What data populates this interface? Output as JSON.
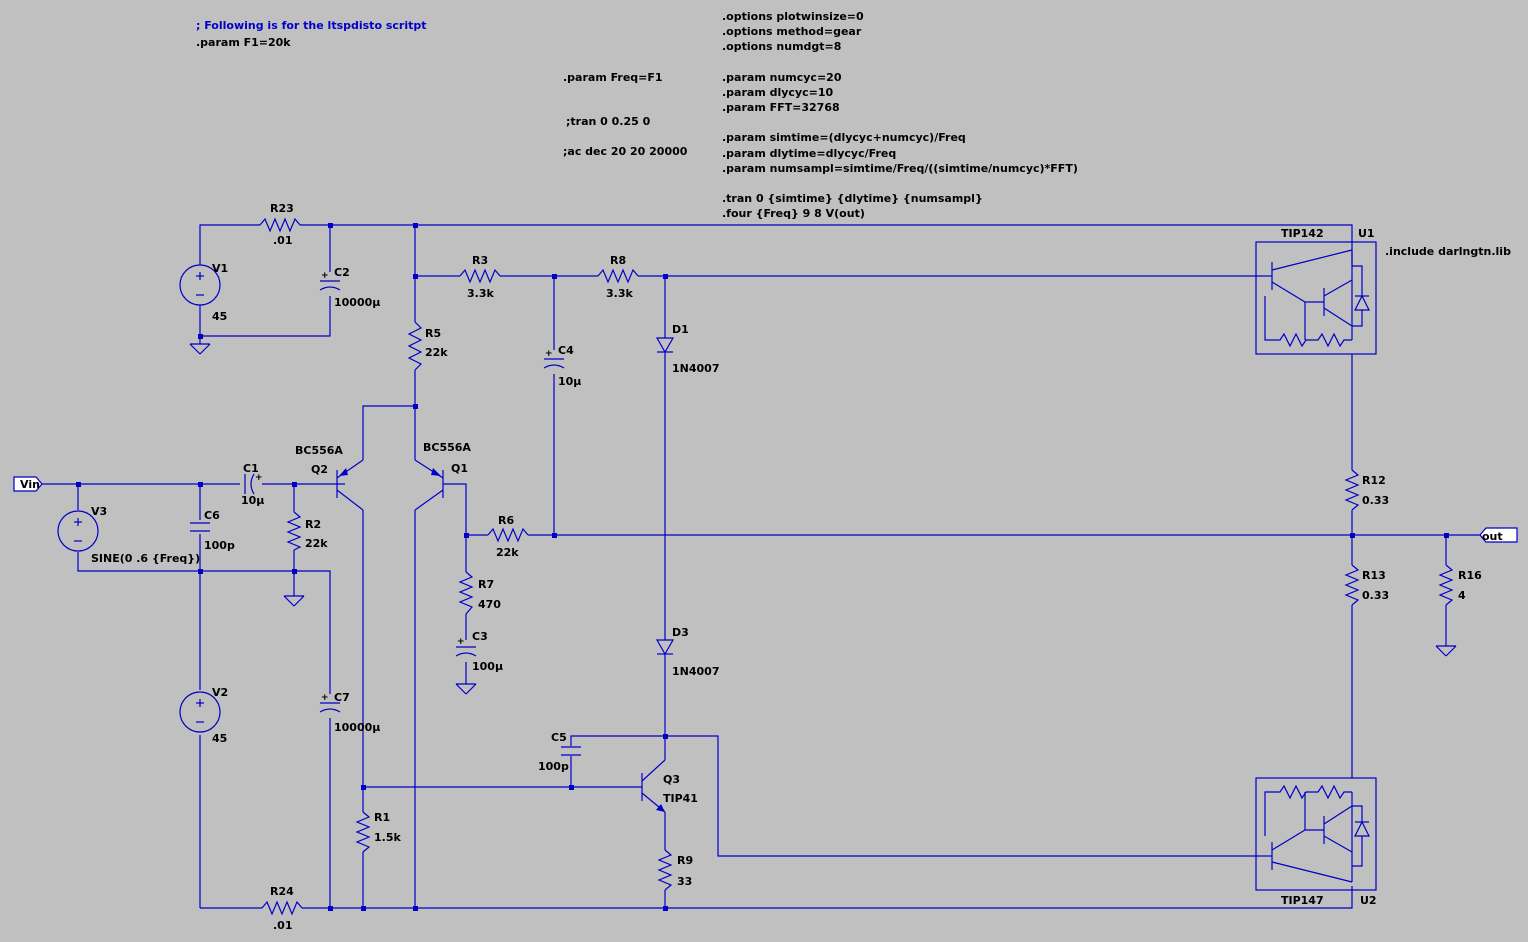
{
  "directives": {
    "comment": "; Following is for the ltspdisto scritpt",
    "param_f1": ".param F1=20k",
    "param_freq": ".param Freq=F1",
    "tran_comment": ";tran 0 0.25 0",
    "ac_comment": ";ac dec 20 20 20000",
    "opt1": ".options plotwinsize=0",
    "opt2": ".options method=gear",
    "opt3": ".options numdgt=8",
    "p_numcyc": ".param numcyc=20",
    "p_dlycyc": ".param dlycyc=10",
    "p_fft": ".param FFT=32768",
    "p_simtime": ".param simtime=(dlycyc+numcyc)/Freq",
    "p_dlytime": ".param dlytime=dlycyc/Freq",
    "p_numsampl": ".param numsampl=simtime/Freq/((simtime/numcyc)*FFT)",
    "tran": ".tran 0 {simtime} {dlytime} {numsampl}",
    "four": ".four {Freq} 9 8 V(out)",
    "include": ".include darlngtn.lib"
  },
  "flags": {
    "vin": "Vin",
    "out": "out"
  },
  "parts": {
    "r23": {
      "ref": "R23",
      "value": ".01"
    },
    "r24": {
      "ref": "R24",
      "value": ".01"
    },
    "v1": {
      "ref": "V1",
      "value": "45"
    },
    "v2": {
      "ref": "V2",
      "value": "45"
    },
    "v3": {
      "ref": "V3",
      "value": "SINE(0 .6 {Freq})"
    },
    "c1": {
      "ref": "C1",
      "value": "10µ"
    },
    "c2": {
      "ref": "C2",
      "value": "10000µ"
    },
    "c3": {
      "ref": "C3",
      "value": "100µ"
    },
    "c4": {
      "ref": "C4",
      "value": "10µ"
    },
    "c5": {
      "ref": "C5",
      "value": "100p"
    },
    "c6": {
      "ref": "C6",
      "value": "100p"
    },
    "c7": {
      "ref": "C7",
      "value": "10000µ"
    },
    "r1": {
      "ref": "R1",
      "value": "1.5k"
    },
    "r2": {
      "ref": "R2",
      "value": "22k"
    },
    "r3": {
      "ref": "R3",
      "value": "3.3k"
    },
    "r5": {
      "ref": "R5",
      "value": "22k"
    },
    "r6": {
      "ref": "R6",
      "value": "22k"
    },
    "r7": {
      "ref": "R7",
      "value": "470"
    },
    "r8": {
      "ref": "R8",
      "value": "3.3k"
    },
    "r9": {
      "ref": "R9",
      "value": "33"
    },
    "r12": {
      "ref": "R12",
      "value": "0.33"
    },
    "r13": {
      "ref": "R13",
      "value": "0.33"
    },
    "r16": {
      "ref": "R16",
      "value": "4"
    },
    "d1": {
      "ref": "D1",
      "value": "1N4007"
    },
    "d3": {
      "ref": "D3",
      "value": "1N4007"
    },
    "q1": {
      "ref": "Q1",
      "value": "BC556A"
    },
    "q2": {
      "ref": "Q2",
      "value": "BC556A"
    },
    "q3": {
      "ref": "Q3",
      "value": "TIP41"
    },
    "u1": {
      "ref": "U1",
      "value": "TIP142"
    },
    "u2": {
      "ref": "U2",
      "value": "TIP147"
    }
  },
  "colors": {
    "background": "#c0c0c0",
    "wire": "#0000c8",
    "text": "#000000"
  }
}
